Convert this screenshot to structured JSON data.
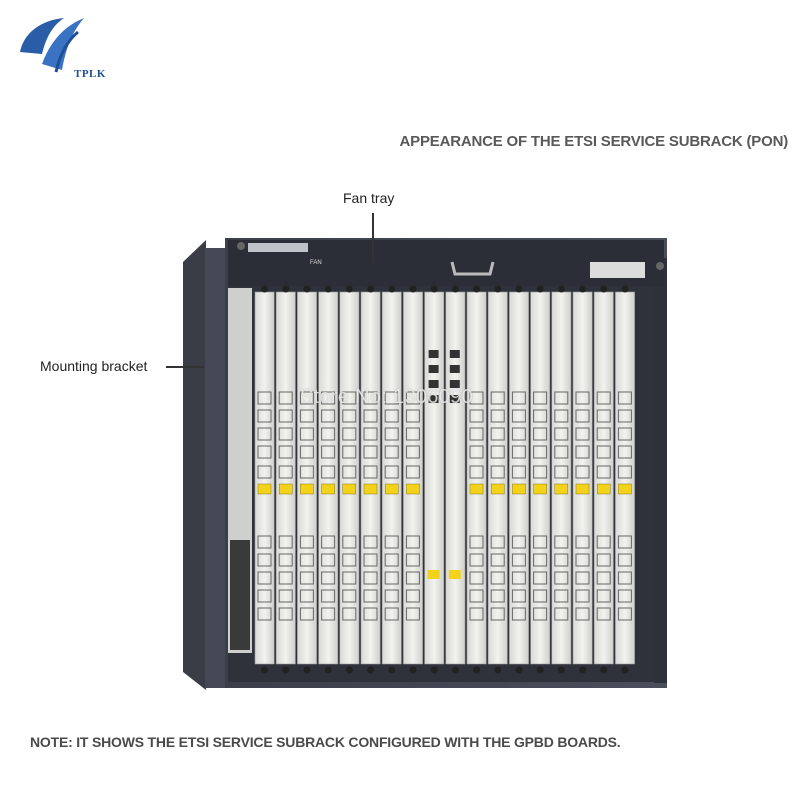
{
  "logo": {
    "text": "TPLK",
    "color": "#1f4f96"
  },
  "heading": "APPEARANCE OF THE ETSI SERVICE SUBRACK (PON)",
  "callouts": {
    "fan_tray": "Fan tray",
    "mounting_bracket": "Mounting bracket"
  },
  "watermark": "Store No: 1306090",
  "device": {
    "fan_label": "FAN",
    "board_count": 18
  },
  "note": "NOTE: IT SHOWS THE ETSI SERVICE SUBRACK CONFIGURED WITH THE GPBD BOARDS."
}
